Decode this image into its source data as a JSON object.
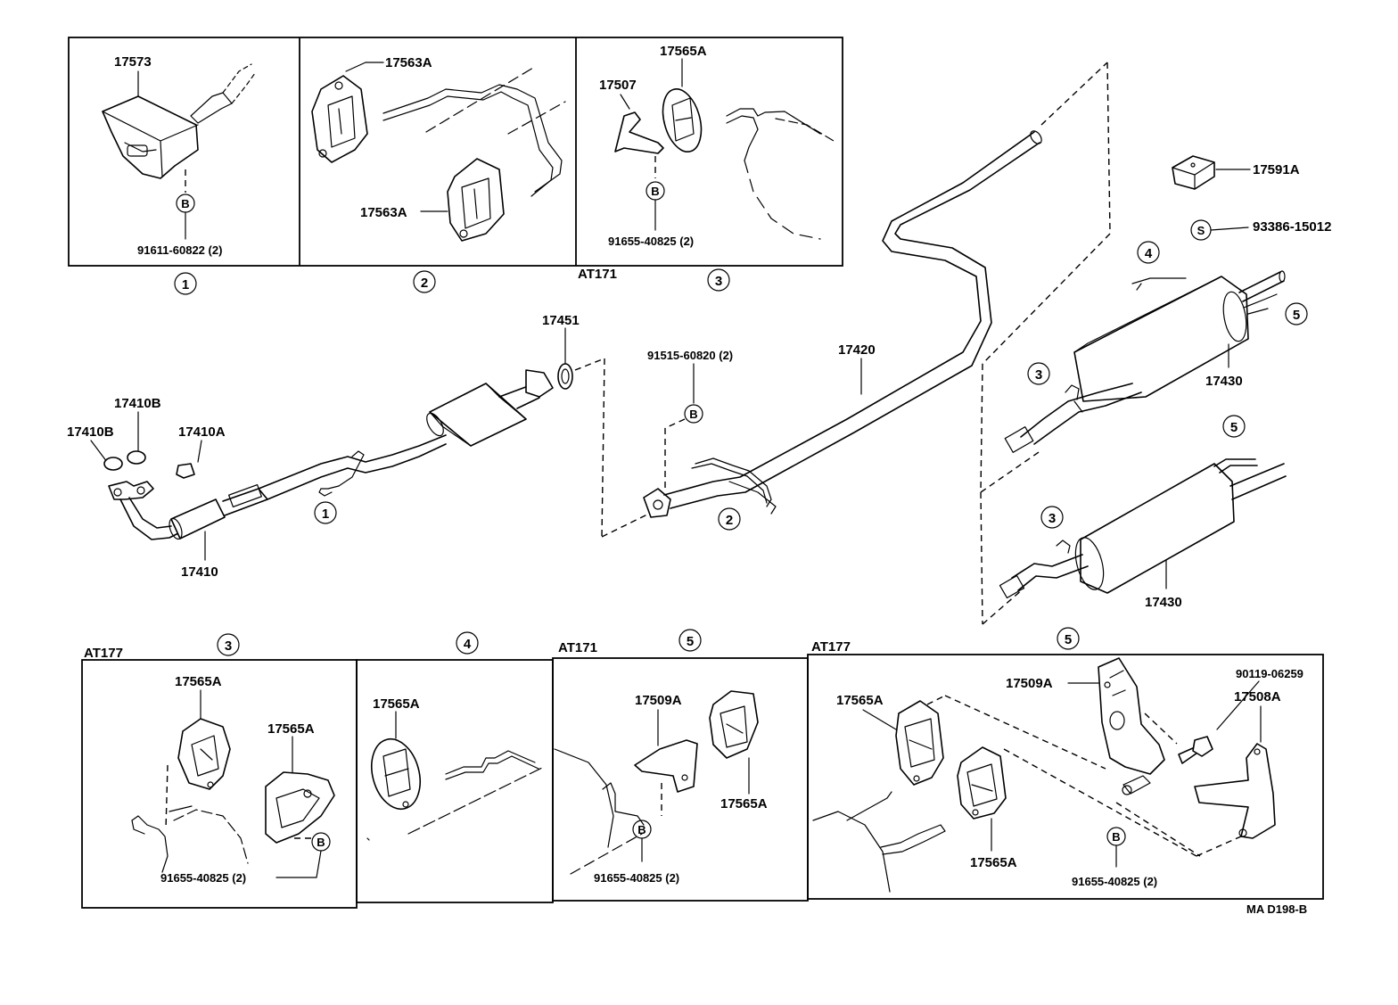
{
  "diagram_code": "MA D198-B",
  "circle_b": "B",
  "circle_s": "S",
  "refs": {
    "r1": "1",
    "r2": "2",
    "r3": "3",
    "r4": "4",
    "r5": "5"
  },
  "models": {
    "at171": "AT171",
    "at177": "AT177"
  },
  "parts": {
    "p17573": "17573",
    "p17563A": "17563A",
    "p17565A": "17565A",
    "p17507": "17507",
    "p17591A": "17591A",
    "p93386": "93386-15012",
    "p17451": "17451",
    "p17410": "17410",
    "p17410A": "17410A",
    "p17410B": "17410B",
    "p17420": "17420",
    "p17430": "17430",
    "p91515": "91515-60820 (2)",
    "p91611": "91611-60822 (2)",
    "p91655": "91655-40825 (2)",
    "p17509A": "17509A",
    "p17508A": "17508A",
    "p90119": "90119-06259"
  }
}
